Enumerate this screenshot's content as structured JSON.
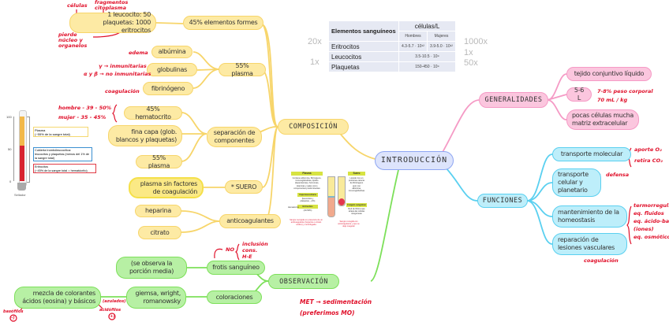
{
  "root": {
    "label": "INTRODUCCIÓN"
  },
  "branches": {
    "composicion": {
      "label": "COMPOSICIÓN",
      "color": "#f7d56a",
      "children": {
        "elementos_formes": {
          "label": "45% elementos formes",
          "child": "1 leucocito: 50 plaquetas: 1000 eritrocitos"
        },
        "plasma": {
          "label": "55% plasma",
          "children": [
            "albúmina",
            "globulinas",
            "fibrinógeno"
          ]
        },
        "separacion": {
          "label": "separación de componentes",
          "children": [
            "45% hematocrito",
            "fina capa (glob. blancos y plaquetas)",
            "55% plasma"
          ]
        },
        "suero": {
          "label": "* SUERO",
          "child": "plasma sin factores de coagulación"
        },
        "anticoagulantes": {
          "label": "anticoagulantes",
          "children": [
            "heparina",
            "citrato"
          ]
        }
      }
    },
    "observacion": {
      "label": "OBSERVACIÓN",
      "color": "#7de05a",
      "children": {
        "frotis": {
          "label": "frotis sanguíneo",
          "child": "(se observa la porción media)"
        },
        "coloraciones": {
          "label": "coloraciones",
          "child": "giemsa, wright, romanowsky",
          "grandchild": "mezcla de colorantes ácidos (eosina) y básicos"
        }
      }
    },
    "generalidades": {
      "label": "GENERALIDADES",
      "color": "#f59ac5",
      "children": [
        "tejido conjuntivo líquido",
        "5-6 L",
        "pocas células mucha matriz extracelular"
      ]
    },
    "funciones": {
      "label": "FUNCIONES",
      "color": "#5ad0f0",
      "children": [
        "transporte molecular",
        "transporte celular y planetario",
        "mantenimiento de la homeostasis",
        "reparación de lesiones vasculares"
      ]
    }
  },
  "annotations": {
    "celulas": "células",
    "fragmentos": "fragmentos citoplasma",
    "pierde_nucleo": "pierde núcleo y organelos",
    "edema": "edema",
    "globulinas_note_1": "γ → inmunitarias",
    "globulinas_note_2": "α y β → no inmunitarias",
    "coagulacion_1": "coagulación",
    "hombre": "hombre - 39 - 50%",
    "mujer": "mujer - 35 - 45%",
    "peso": "7-8% peso corporal",
    "volumen": "70 mL / kg",
    "transporte_1": "aporte O₂",
    "transporte_2": "retira CO₂",
    "defensa": "defensa",
    "homeostasis_1": "termorregul.",
    "homeostasis_2": "eq. fluidos",
    "homeostasis_3": "eq. ácido-base",
    "homeostasis_4": "(iones)",
    "homeostasis_5": "eq. osmóticos",
    "coagulacion_2": "coagulación",
    "no": "NO",
    "inclusion_1": "inclusión",
    "inclusion_2": "cons.",
    "inclusion_3": "H-E",
    "met": "MET → sedimentación",
    "preferimos": "(preferimos MO)",
    "azulados": "(azulados)",
    "acidofilo": "basófilos",
    "acidofilo_sign": "(-)",
    "basofilo": "acidófilos",
    "basofilo_sign": "(+)"
  },
  "table": {
    "header": "Elementos sanguíneos",
    "unit": "células/L",
    "sub_hombres": "Hombres",
    "sub_mujeres": "Mujeres",
    "rows": [
      {
        "name": "Eritrocitos",
        "hombres": "4.3-5.7 · 10¹²",
        "mujeres": "3.9-5.0 · 10¹²",
        "left": "20x",
        "right": "1000x"
      },
      {
        "name": "Leucocitos",
        "value": "3.5-10.5 · 10⁹",
        "left": "",
        "right": "1x"
      },
      {
        "name": "Plaquetas",
        "value": "150-450 · 10⁹",
        "left": "1x",
        "right": "50x"
      }
    ]
  },
  "hematocrit_figure": {
    "ticks": [
      "100",
      "50",
      "0"
    ],
    "bottom_label": "Sellador",
    "plasma_fraction": 0.55,
    "labels": [
      {
        "title": "Plasma",
        "text": "(~55% de la sangre total)",
        "color": "#f5d870"
      },
      {
        "title": "Cubierta trombóleucocítica:",
        "text": "leucocitos y plaquetas (menos del 1% de la sangre total)",
        "color": "#3a8fd0"
      },
      {
        "title": "Eritrocitos",
        "text": "(~45% de la sangre total = hematócrito)",
        "color": "#e03c46"
      }
    ]
  },
  "tube_figure": {
    "plasma": "Plasma",
    "plasma_text": "Contiene albúmina, fibrinógeno, inmunoglobulinas, lípidos (lipoproteínas), hormonas, vitaminas y sales como componentes predominantes",
    "capa": "Capa leucocitaria",
    "capa_text": "(leucocitos y plaquetas, ~1%)",
    "eritrocitos": "Eritrocitos",
    "eritrocitos_text": "(40-50%)",
    "hematocrito": "Hematocrito",
    "red_note_left": "Sangre recogida en presencia de un anticoagulante (heparina o citrato sódico) y centrifugada",
    "suero": "Suero",
    "suero_text": "Líquido rico en proteínas carente de fibrinógeno pero con albúmina, inmunoglobulinas y otros componentes",
    "coagulo": "Coágulo sanguíneo",
    "coagulo_text": "Red de fibrina que atrapa las células sanguíneas",
    "red_note_right": "Sangre recogida sin anticoagulante y que se deja coagular"
  }
}
